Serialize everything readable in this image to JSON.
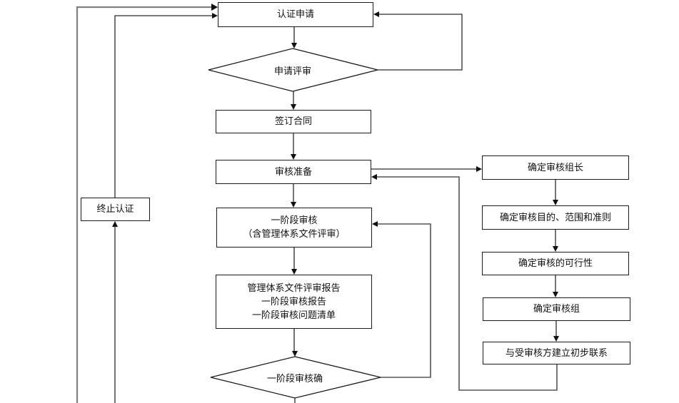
{
  "diagram": {
    "background_color": "#ffffff",
    "line_color": "#2a2a2a",
    "feedback_line_color": "#808080",
    "nodes": {
      "certification_application": {
        "label": "认证申请"
      },
      "application_review": {
        "label": "申请评审"
      },
      "sign_contract": {
        "label": "签订合同"
      },
      "audit_preparation": {
        "label": "审核准备"
      },
      "stage1_audit": {
        "line1": "一阶段审核",
        "line2": "（含管理体系文件评审）"
      },
      "stage1_outputs": {
        "line1": "管理体系文件评审报告",
        "line2": "一阶段审核报告",
        "line3": "一阶段审核问题清单"
      },
      "stage1_confirmation": {
        "label": "一阶段审核确"
      },
      "terminate_certification": {
        "label": "终止认证"
      },
      "determine_audit_team_leader": {
        "label": "确定审核组长"
      },
      "determine_audit_objectives_scope_criteria": {
        "label": "确定审核目的、范围和准则"
      },
      "determine_audit_feasibility": {
        "label": "确定审核的可行性"
      },
      "determine_audit_team": {
        "label": "确定审核组"
      },
      "establish_initial_contact_with_auditee": {
        "label": "与受审核方建立初步联系"
      }
    }
  }
}
